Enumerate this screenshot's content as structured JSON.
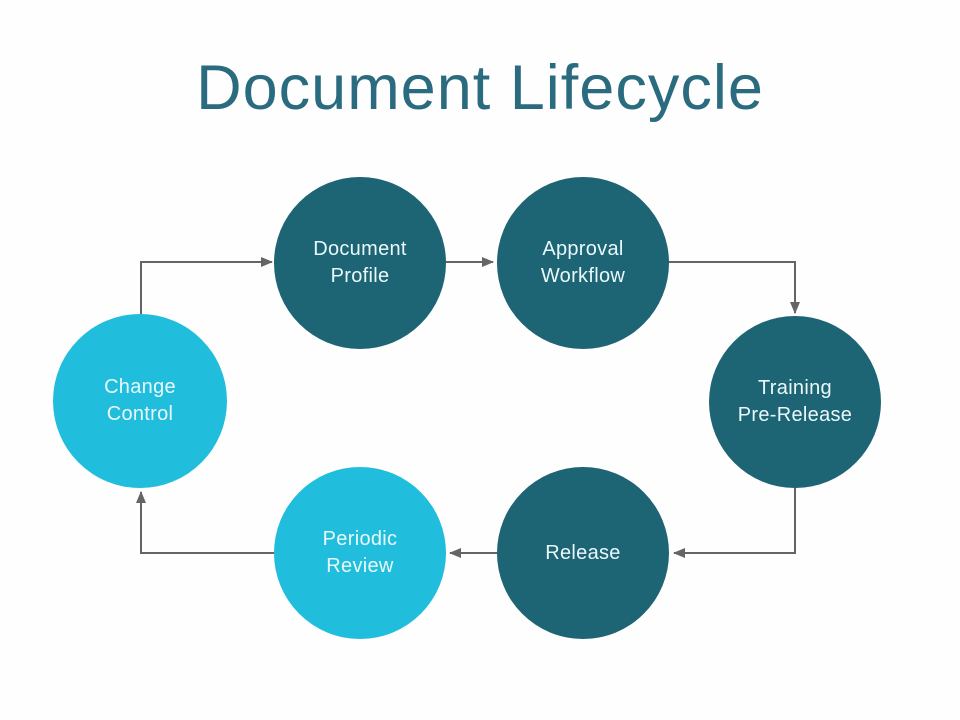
{
  "title": "Document Lifecycle",
  "colors": {
    "background": "#fefefe",
    "title_text": "#2b6b80",
    "dark_node": "#1d6474",
    "light_node": "#20bedc",
    "node_text": "#e9f9fb",
    "connector": "#656565"
  },
  "nodes": [
    {
      "id": "document-profile",
      "label": "Document\nProfile",
      "variant": "dark"
    },
    {
      "id": "approval-workflow",
      "label": "Approval\nWorkflow",
      "variant": "dark"
    },
    {
      "id": "training-pre-release",
      "label": "Training\nPre-Release",
      "variant": "dark"
    },
    {
      "id": "release",
      "label": "Release",
      "variant": "dark"
    },
    {
      "id": "periodic-review",
      "label": "Periodic\nReview",
      "variant": "light"
    },
    {
      "id": "change-control",
      "label": "Change\nControl",
      "variant": "light"
    }
  ],
  "edges": [
    {
      "from": "Change Control",
      "to": "Document Profile"
    },
    {
      "from": "Document Profile",
      "to": "Approval Workflow"
    },
    {
      "from": "Approval Workflow",
      "to": "Training Pre-Release"
    },
    {
      "from": "Training Pre-Release",
      "to": "Release"
    },
    {
      "from": "Release",
      "to": "Periodic Review"
    },
    {
      "from": "Periodic Review",
      "to": "Change Control"
    }
  ]
}
